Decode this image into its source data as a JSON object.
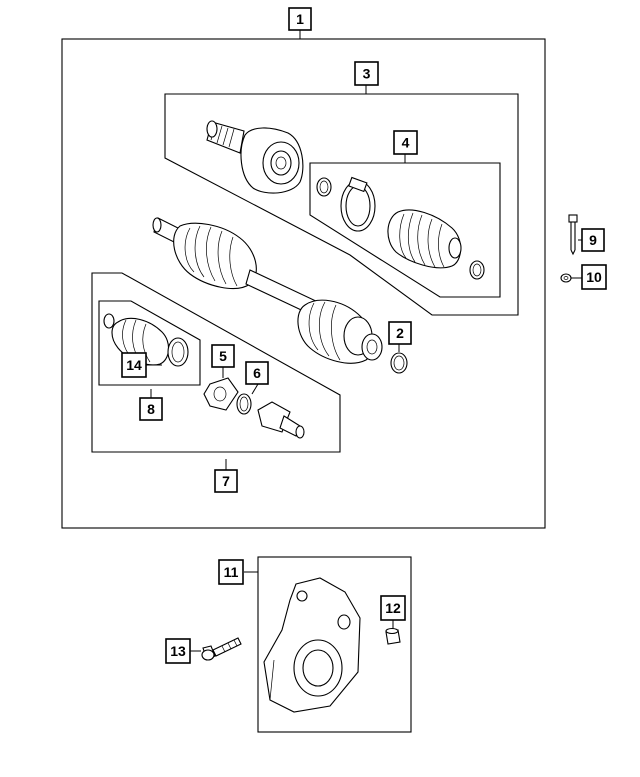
{
  "callouts": {
    "c1": "1",
    "c2": "2",
    "c3": "3",
    "c4": "4",
    "c5": "5",
    "c6": "6",
    "c7": "7",
    "c8": "8",
    "c9": "9",
    "c10": "10",
    "c11": "11",
    "c12": "12",
    "c13": "13",
    "c14": "14"
  },
  "icons": [
    "axle-shaft-icon",
    "inner-joint-icon",
    "outer-joint-icon",
    "boot-icon",
    "clamp-icon",
    "snap-ring-icon",
    "bolt-icon",
    "washer-icon",
    "bearing-bracket-icon",
    "dowel-pin-icon"
  ]
}
